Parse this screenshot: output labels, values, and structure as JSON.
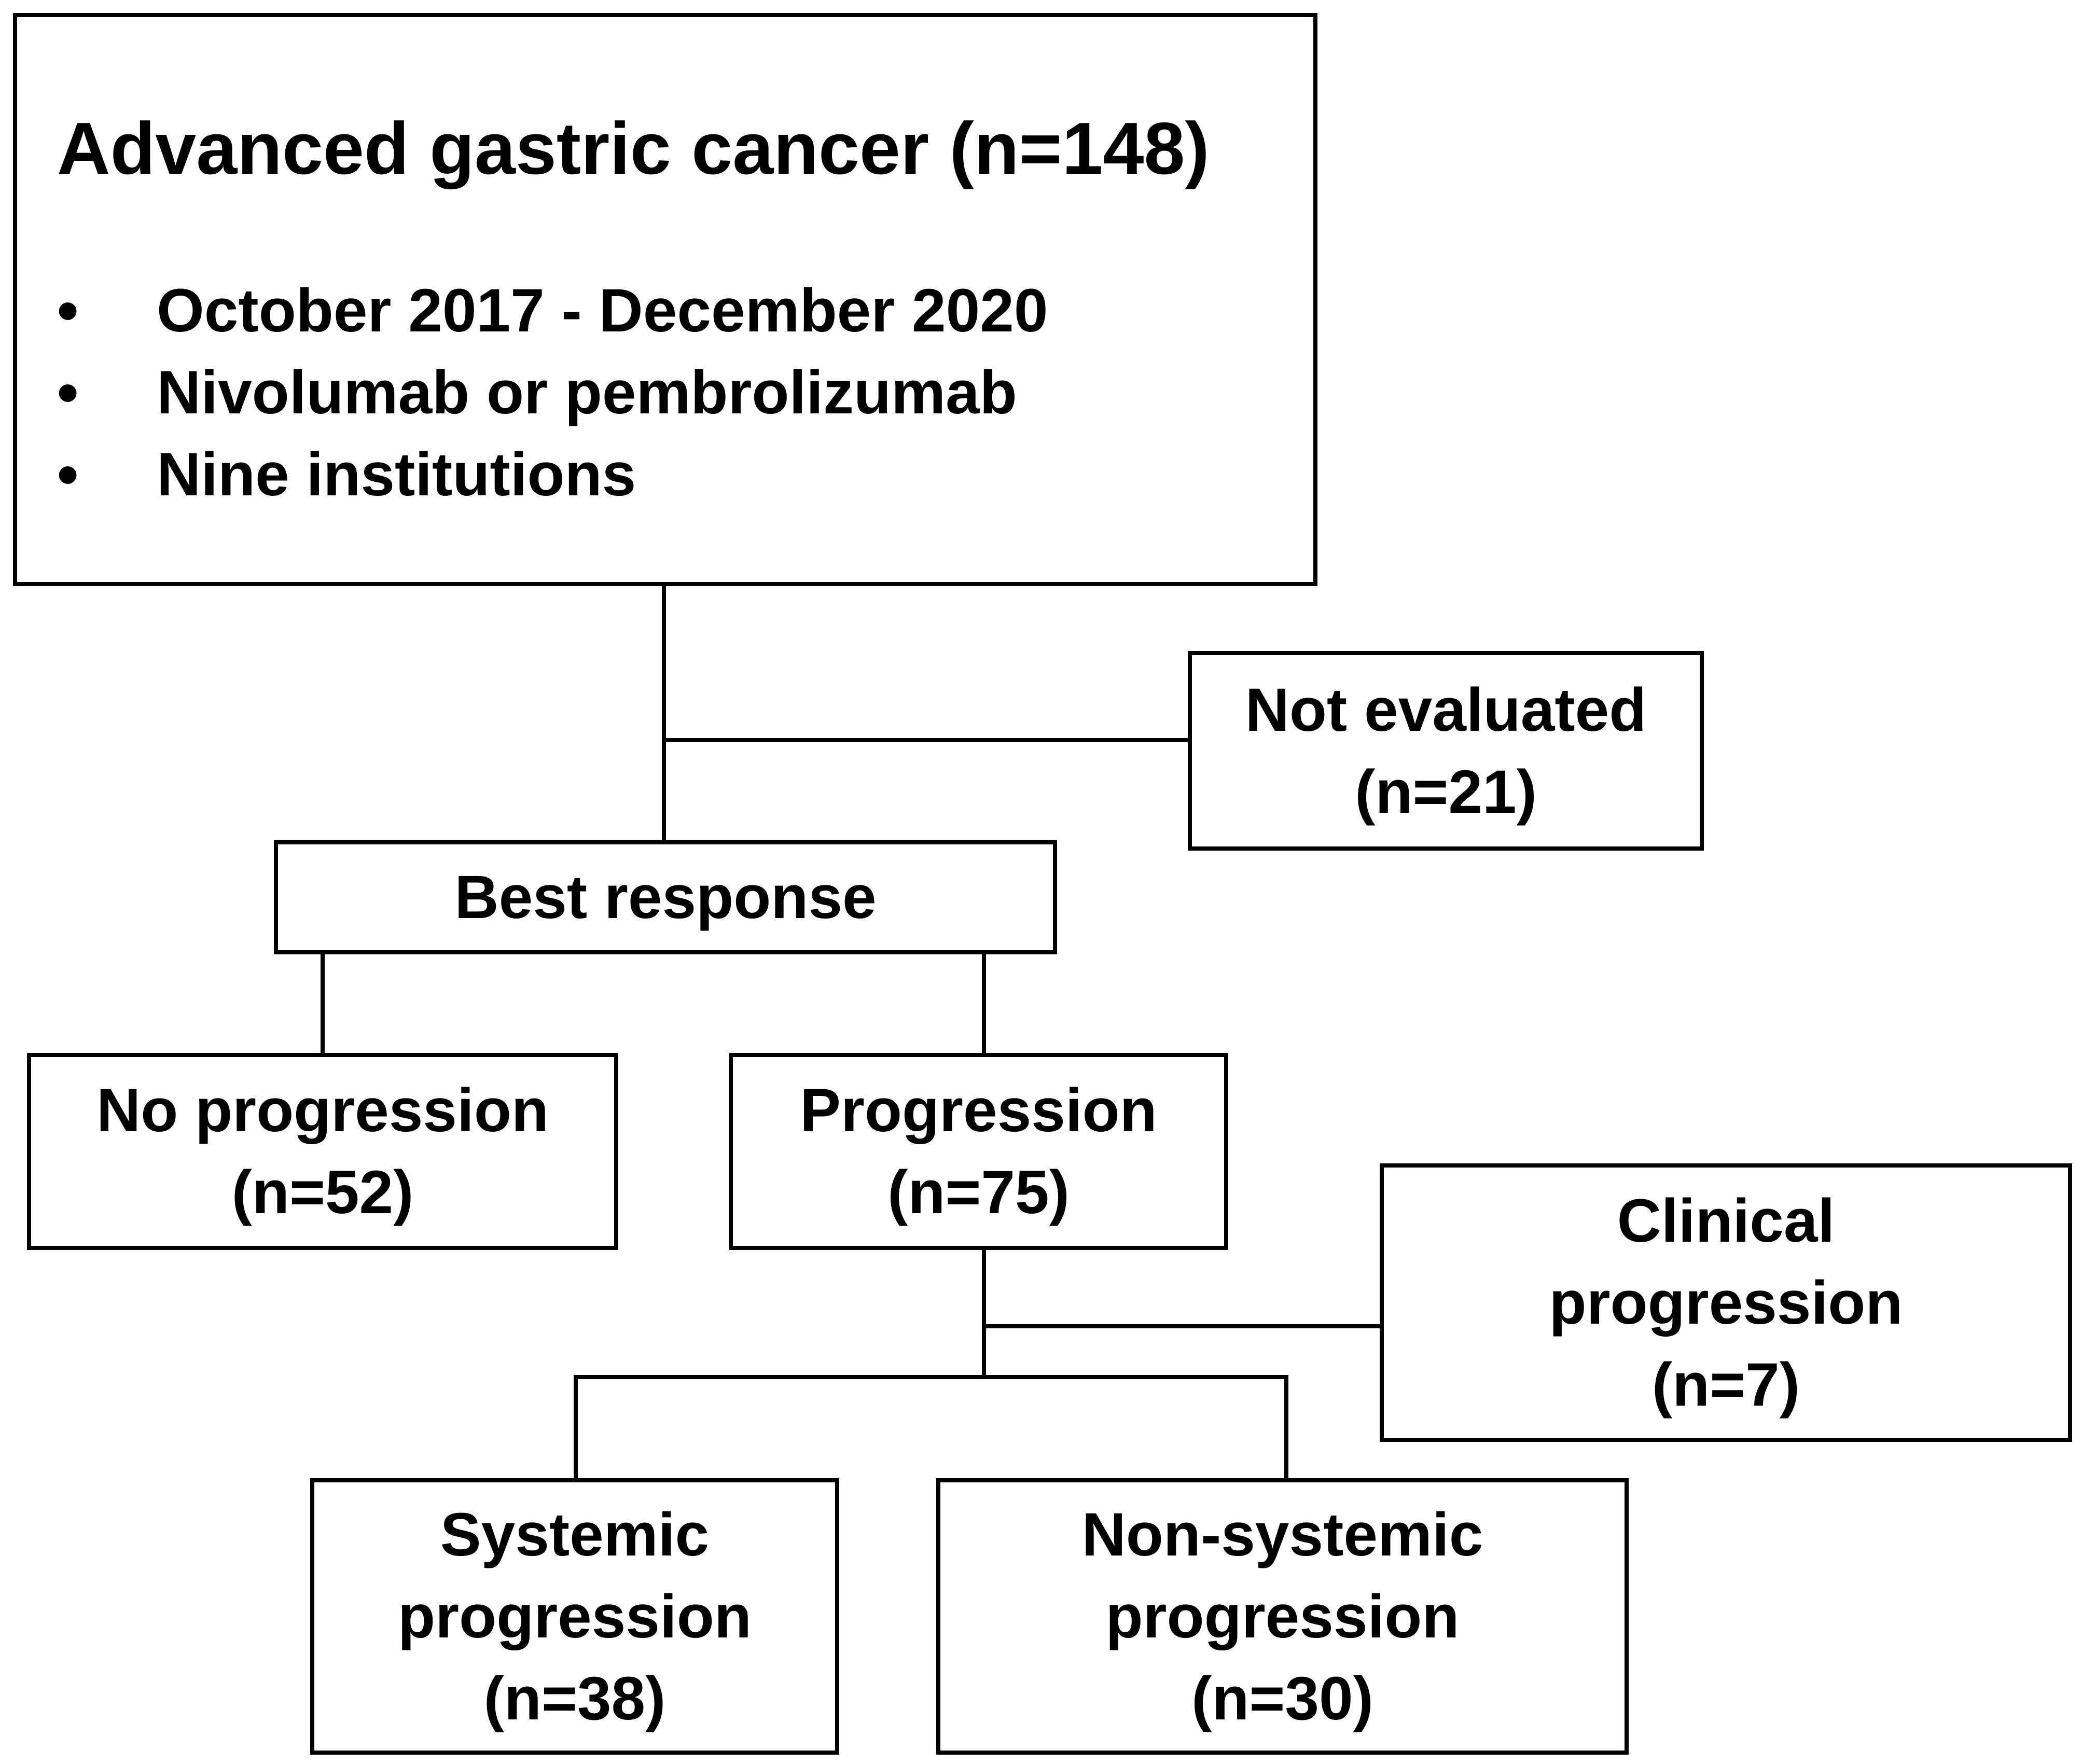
{
  "header": {
    "title": "Advanced gastric cancer (n=148)",
    "bullets": [
      "October 2017 - December 2020",
      "Nivolumab or pembrolizumab",
      "Nine institutions"
    ],
    "bullet_symbol": "•"
  },
  "not_evaluated": {
    "line1": "Not evaluated",
    "line2": "(n=21)"
  },
  "best_response": {
    "label": "Best response"
  },
  "no_progression": {
    "line1": "No progression",
    "line2": "(n=52)"
  },
  "progression": {
    "line1": "Progression",
    "line2": "(n=75)"
  },
  "clinical_progression": {
    "line1": "Clinical",
    "line2": "progression",
    "line3": "(n=7)"
  },
  "systemic_progression": {
    "line1": "Systemic",
    "line2": "progression",
    "line3": "(n=38)"
  },
  "non_systemic_progression": {
    "line1": "Non-systemic",
    "line2": "progression",
    "line3": "(n=30)"
  },
  "colors": {
    "line": "#000000",
    "background": "#ffffff"
  }
}
